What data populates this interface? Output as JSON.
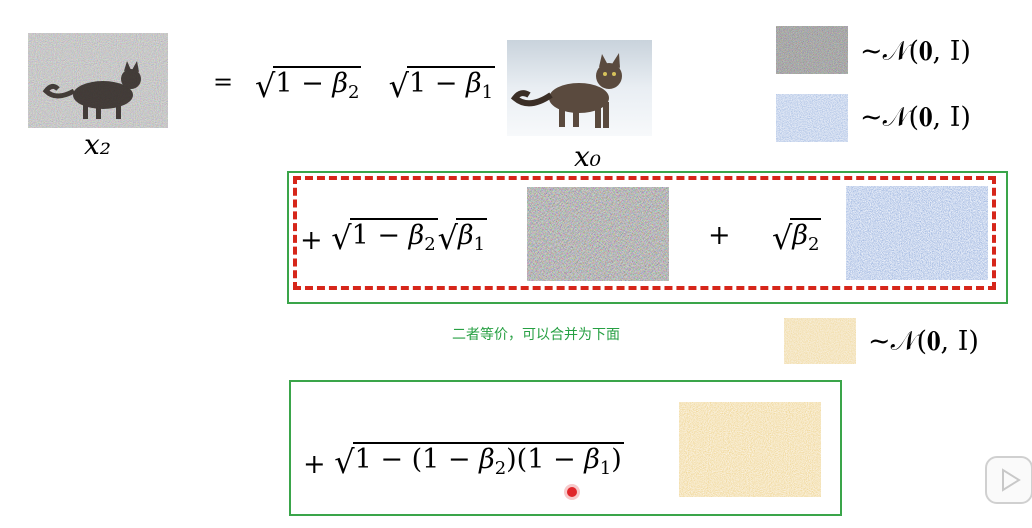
{
  "left_label": "x₂",
  "x0_label": "x₀",
  "equals": "=",
  "plus": "+",
  "dist_label": "~𝒩(𝟎, I)",
  "note": "二者等价，可以合并为下面",
  "colors": {
    "green_box": "#3aa54a",
    "red_dash": "#d6261a",
    "note_text": "#27a043",
    "blue_noise": "#3b5fb0",
    "gold_noise": "#d9a441"
  },
  "icons": {
    "play": "play-icon"
  }
}
